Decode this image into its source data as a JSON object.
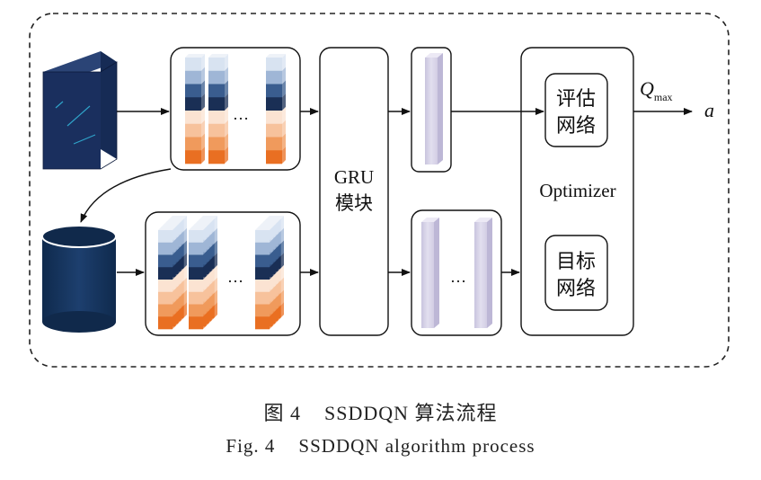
{
  "diagram": {
    "gru_label_line1": "GRU",
    "gru_label_line2": "模块",
    "optimizer_label": "Optimizer",
    "eval_net_line1": "评估",
    "eval_net_line2": "网络",
    "target_net_line1": "目标",
    "target_net_line2": "网络",
    "q_label": "Q",
    "q_subscript": "max",
    "action_label": "a",
    "ellipsis": "…"
  },
  "caption": {
    "cn_fig": "图 4",
    "cn_title": "SSDDQN 算法流程",
    "en_fig": "Fig. 4",
    "en_title": "SSDDQN algorithm process"
  },
  "colors": {
    "blue_dark": "#1a2f55",
    "blue_mid": "#3a5d8f",
    "blue_light": "#9fb6d6",
    "blue_pale": "#d8e3f1",
    "orange_pale": "#fbe3d2",
    "orange_light": "#f7c29c",
    "orange_mid": "#f09a5c",
    "orange_dark": "#e96f22",
    "lavender": "#dcd8ea"
  }
}
